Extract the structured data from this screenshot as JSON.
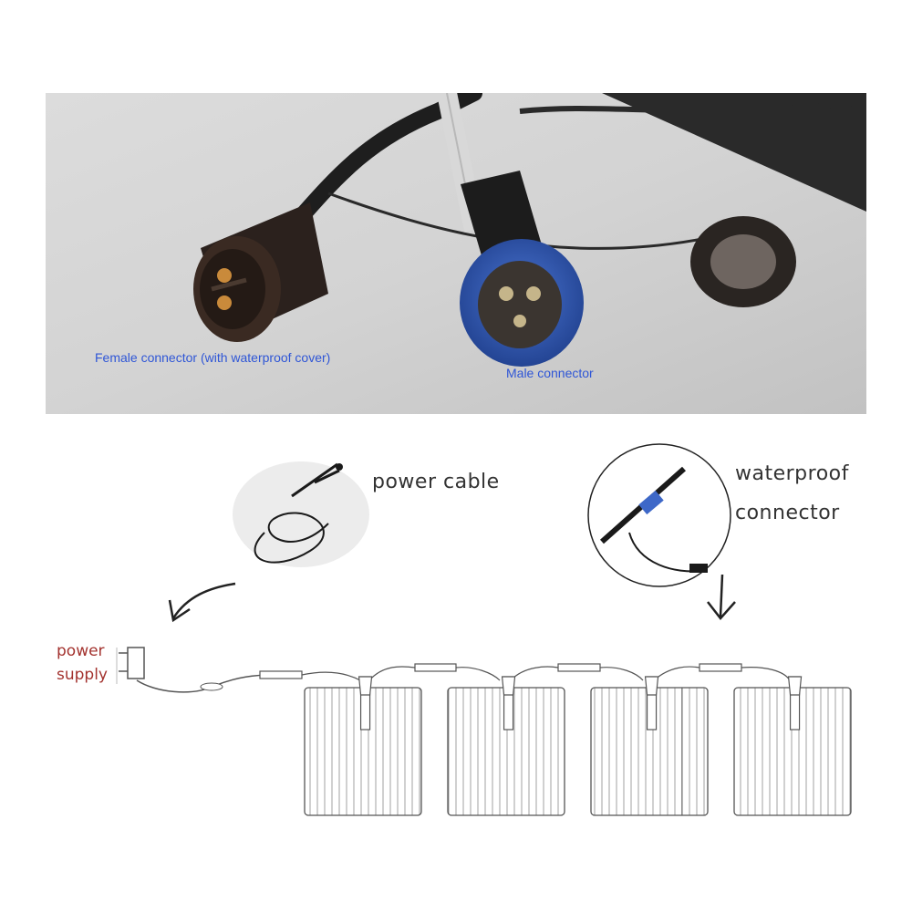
{
  "photo": {
    "female_label": "Female connector (with waterproof cover)",
    "male_label": "Male connector",
    "colors": {
      "label_blue": "#2f56d6",
      "male_ring": "#2a4fa8"
    }
  },
  "diagram": {
    "power_cable_label": "power cable",
    "waterproof_label_line1": "waterproof",
    "waterproof_label_line2": "connector",
    "power_supply_line1": "power",
    "power_supply_line2": "supply",
    "pad_count": 4,
    "colors": {
      "label_dark": "#333333",
      "label_red": "#a3322e",
      "sketch": "#555555"
    }
  }
}
